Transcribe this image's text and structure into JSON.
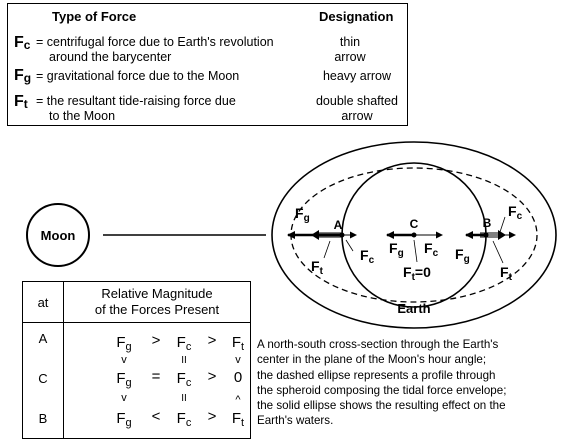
{
  "legend": {
    "header_type": "Type of Force",
    "header_designation": "Designation",
    "rows": [
      {
        "symbol_main": "F",
        "symbol_sub": "c",
        "line1": "= centrifugal force due to Earth's revolution",
        "line2": "around the barycenter",
        "designation1": "thin",
        "designation2": "arrow"
      },
      {
        "symbol_main": "F",
        "symbol_sub": "g",
        "line1": "= gravitational force due to the Moon",
        "line2": "",
        "designation1": "heavy arrow",
        "designation2": ""
      },
      {
        "symbol_main": "F",
        "symbol_sub": "t",
        "line1": "= the resultant tide-raising force due",
        "line2": "to the Moon",
        "designation1": "double shafted",
        "designation2": "arrow"
      }
    ]
  },
  "moon_label": "Moon",
  "earth_label": "Earth",
  "points": {
    "a": "A",
    "b": "B",
    "c": "C"
  },
  "force_labels": {
    "fg_left": {
      "main": "F",
      "sub": "g"
    },
    "fc_left": {
      "main": "F",
      "sub": "c"
    },
    "ft_left": {
      "main": "F",
      "sub": "t"
    },
    "fg_center": {
      "main": "F",
      "sub": "g"
    },
    "fc_center": {
      "main": "F",
      "sub": "c"
    },
    "ft_center": {
      "main": "F",
      "sub": "t",
      "suffix": "=0"
    },
    "fg_right": {
      "main": "F",
      "sub": "g"
    },
    "fc_right": {
      "main": "F",
      "sub": "c"
    },
    "ft_right": {
      "main": "F",
      "sub": "t"
    }
  },
  "table": {
    "header_at": "at",
    "header_mag_line1": "Relative Magnitude",
    "header_mag_line2": "of the Forces Present",
    "rows": [
      {
        "at": "A",
        "t1": "F",
        "s1": "g",
        "op1": ">",
        "t2": "F",
        "s2": "c",
        "op2": ">",
        "t3": "F",
        "s3": "t"
      },
      {
        "at": "C",
        "t1": "F",
        "s1": "g",
        "op1": "=",
        "t2": "F",
        "s2": "c",
        "op2": ">",
        "t3": "0",
        "s3": ""
      },
      {
        "at": "B",
        "t1": "F",
        "s1": "g",
        "op1": "<",
        "t2": "F",
        "s2": "c",
        "op2": ">",
        "t3": "F",
        "s3": "t"
      }
    ],
    "between_marks": [
      {
        "c1": "v",
        "c2": "II",
        "c3": "v"
      },
      {
        "c1": "v",
        "c2": "II",
        "c3": "^"
      }
    ]
  },
  "caption": "A north-south cross-section through the Earth's\ncenter in the plane of the Moon's hour angle;\nthe dashed ellipse represents a profile through\nthe spheroid composing the tidal force envelope;\nthe solid ellipse shows the resulting effect on the\nEarth's waters."
}
